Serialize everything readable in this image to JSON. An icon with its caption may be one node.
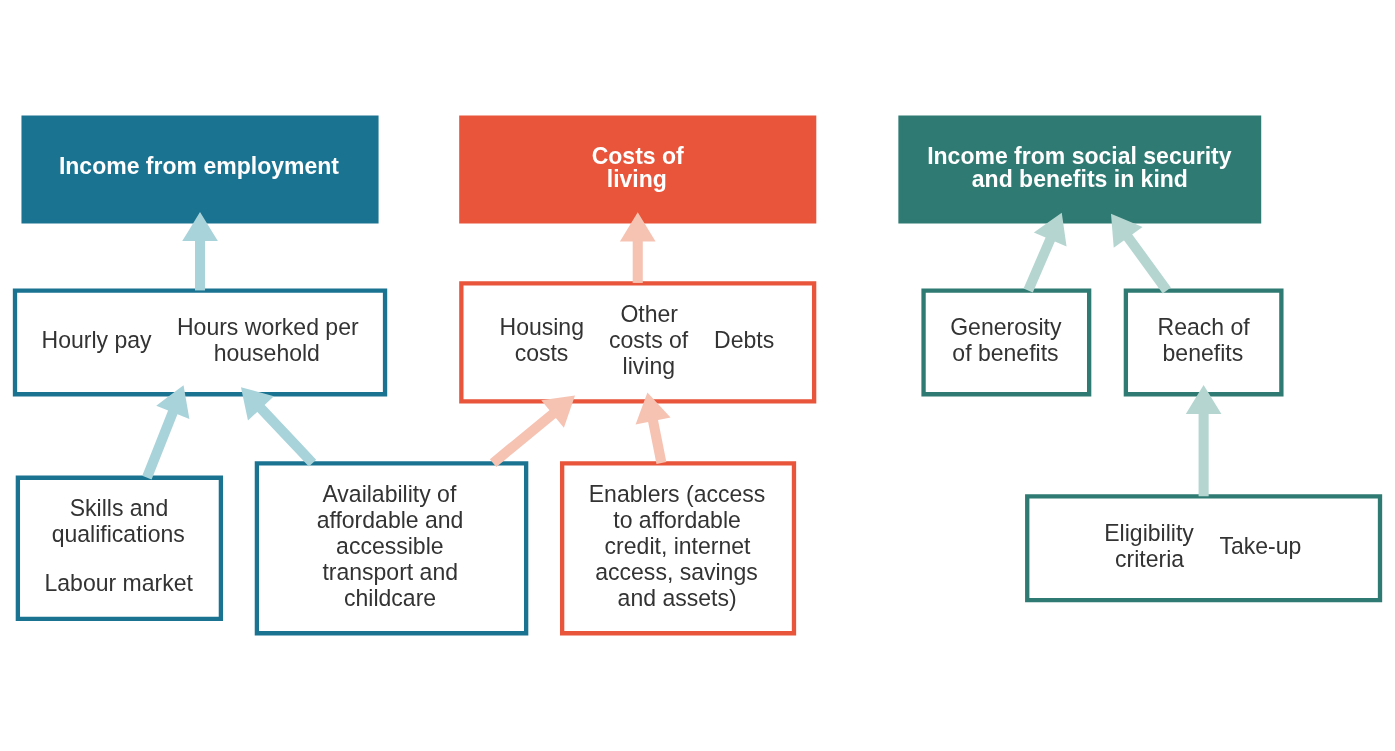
{
  "diagram": {
    "nodes": [
      {
        "text": [
          "Income from employment"
        ]
      },
      {
        "text": [
          "Costs of living"
        ]
      },
      {
        "text": [
          "Income from social security and benefits in kind"
        ]
      },
      {
        "text": [
          "Hourly pay",
          "Hours worked per household"
        ]
      },
      {
        "text": [
          "Housing costs",
          "Other costs of living",
          "Debts"
        ]
      },
      {
        "text": [
          "Generosity of benefits"
        ]
      },
      {
        "text": [
          "Reach of benefits"
        ]
      },
      {
        "text": [
          "Skills and qualifications",
          "Labour market"
        ]
      },
      {
        "text": [
          "Availability of affordable and accessible transport and childcare"
        ]
      },
      {
        "text": [
          "Enablers (access to affordable credit, internet access, savings and assets)"
        ]
      },
      {
        "text": [
          "Eligibility criteria",
          "Take-up"
        ]
      }
    ],
    "edges": [
      {
        "from": 3,
        "to": 0,
        "arrow": "to",
        "color": "#a9d3da"
      },
      {
        "from": 4,
        "to": 1,
        "arrow": "to",
        "color": "#f6c3b3"
      },
      {
        "from": 5,
        "to": 2,
        "arrow": "to",
        "color": "#b5d6d0"
      },
      {
        "from": 6,
        "to": 2,
        "arrow": "to",
        "color": "#b5d6d0"
      },
      {
        "from": 7,
        "to": 3,
        "arrow": "to",
        "color": "#a9d3da"
      },
      {
        "from": 8,
        "to": 3,
        "arrow": "to",
        "color": "#a9d3da"
      },
      {
        "from": 8,
        "to": 4,
        "arrow": "to",
        "color": "#f6c3b3"
      },
      {
        "from": 9,
        "to": 4,
        "arrow": "to",
        "color": "#f6c3b3"
      },
      {
        "from": 10,
        "to": 6,
        "arrow": "to",
        "color": "#b5d6d0"
      }
    ]
  }
}
